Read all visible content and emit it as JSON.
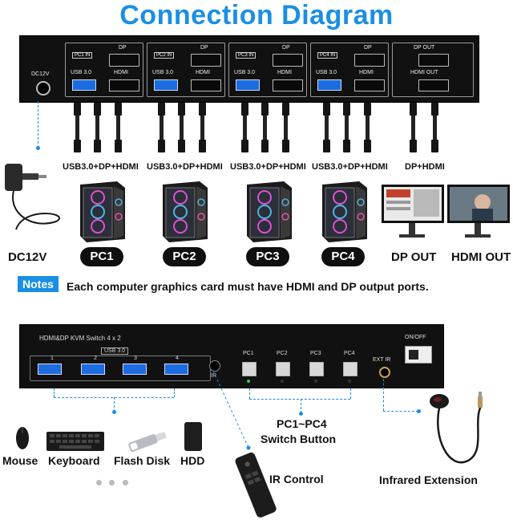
{
  "title": "Connection Diagram",
  "top_panel": {
    "power_label": "DC12V",
    "groups": [
      {
        "tag": "PC1 IN",
        "dp": "DP",
        "usb": "USB 3.0",
        "hdmi": "HDMI"
      },
      {
        "tag": "PC2 IN",
        "dp": "DP",
        "usb": "USB 3.0",
        "hdmi": "HDMI"
      },
      {
        "tag": "PC3 IN",
        "dp": "DP",
        "usb": "USB 3.0",
        "hdmi": "HDMI"
      },
      {
        "tag": "PC4 IN",
        "dp": "DP",
        "usb": "USB 3.0",
        "hdmi": "HDMI"
      }
    ],
    "out_dp": "DP OUT",
    "out_hdmi": "HDMI OUT"
  },
  "cable_captions": [
    "USB3.0+DP+HDMI",
    "USB3.0+DP+HDMI",
    "USB3.0+DP+HDMI",
    "USB3.0+DP+HDMI",
    "DP+HDMI"
  ],
  "pcs": [
    "PC1",
    "PC2",
    "PC3",
    "PC4"
  ],
  "power_adapter_label": "DC12V",
  "outputs": [
    "DP OUT",
    "HDMI OUT"
  ],
  "notes": {
    "badge": "Notes",
    "text": "Each computer graphics card must have HDMI and DP output ports."
  },
  "front_panel": {
    "model": "HDMI&DP KVM Switch 4 x 2",
    "usb_label": "USB 3.0",
    "usb_numbers": [
      "1",
      "2",
      "3",
      "4"
    ],
    "ir_label": "IR",
    "pc_buttons": [
      "PC1",
      "PC2",
      "PC3",
      "PC4"
    ],
    "ext_ir": "EXT IR",
    "power_switch": "ON/OFF"
  },
  "accessories": [
    "Mouse",
    "Keyboard",
    "Flash Disk",
    "HDD"
  ],
  "switch_button_caption_line1": "PC1~PC4",
  "switch_button_caption_line2": "Switch Button",
  "ir_control_label": "IR Control",
  "infrared_extension_label": "Infrared Extension",
  "colors": {
    "accent": "#1a8fe3",
    "panel": "#111111",
    "usb_port": "#1c6ce0",
    "led_green": "#33d04a"
  }
}
